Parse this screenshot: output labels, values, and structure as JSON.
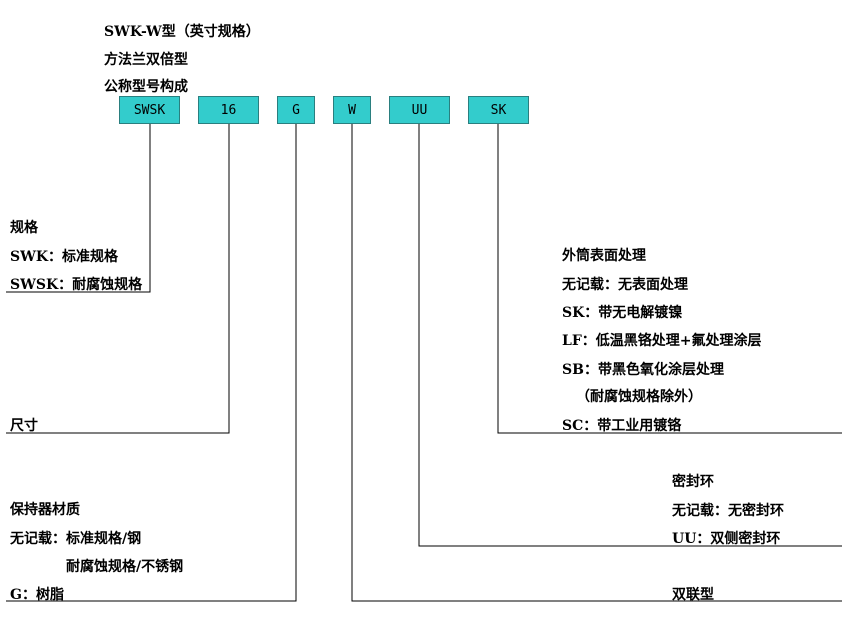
{
  "header": {
    "line1": "SWK-W型（英寸规格）",
    "line2": "方法兰双倍型",
    "line3": "公称型号构成"
  },
  "code_boxes": [
    "SWSK",
    "16",
    "G",
    "W",
    "UU",
    "SK"
  ],
  "spec": {
    "title": "规格",
    "item1": "SWK：标准规格",
    "item2": "SWSK：耐腐蚀规格"
  },
  "size": {
    "title": "尺寸"
  },
  "retainer": {
    "title": "保持器材质",
    "item1": "无记载：标准规格/钢",
    "item2": "耐腐蚀规格/不锈钢",
    "item3": "G：树脂"
  },
  "double": {
    "title": "双联型"
  },
  "seal": {
    "title": "密封环",
    "item1": "无记载：无密封环",
    "item2": "UU：双侧密封环"
  },
  "surface": {
    "title": "外筒表面处理",
    "item1": "无记载：无表面处理",
    "item2": "SK：带无电解镀镍",
    "item3": "LF：低温黑铬处理+氟处理涂层",
    "item4": "SB：带黑色氧化涂层处理",
    "item5": "（耐腐蚀规格除外）",
    "item6": "SC：带工业用镀铬"
  },
  "colors": {
    "box_fill": "#33cccc",
    "line": "#000000"
  }
}
